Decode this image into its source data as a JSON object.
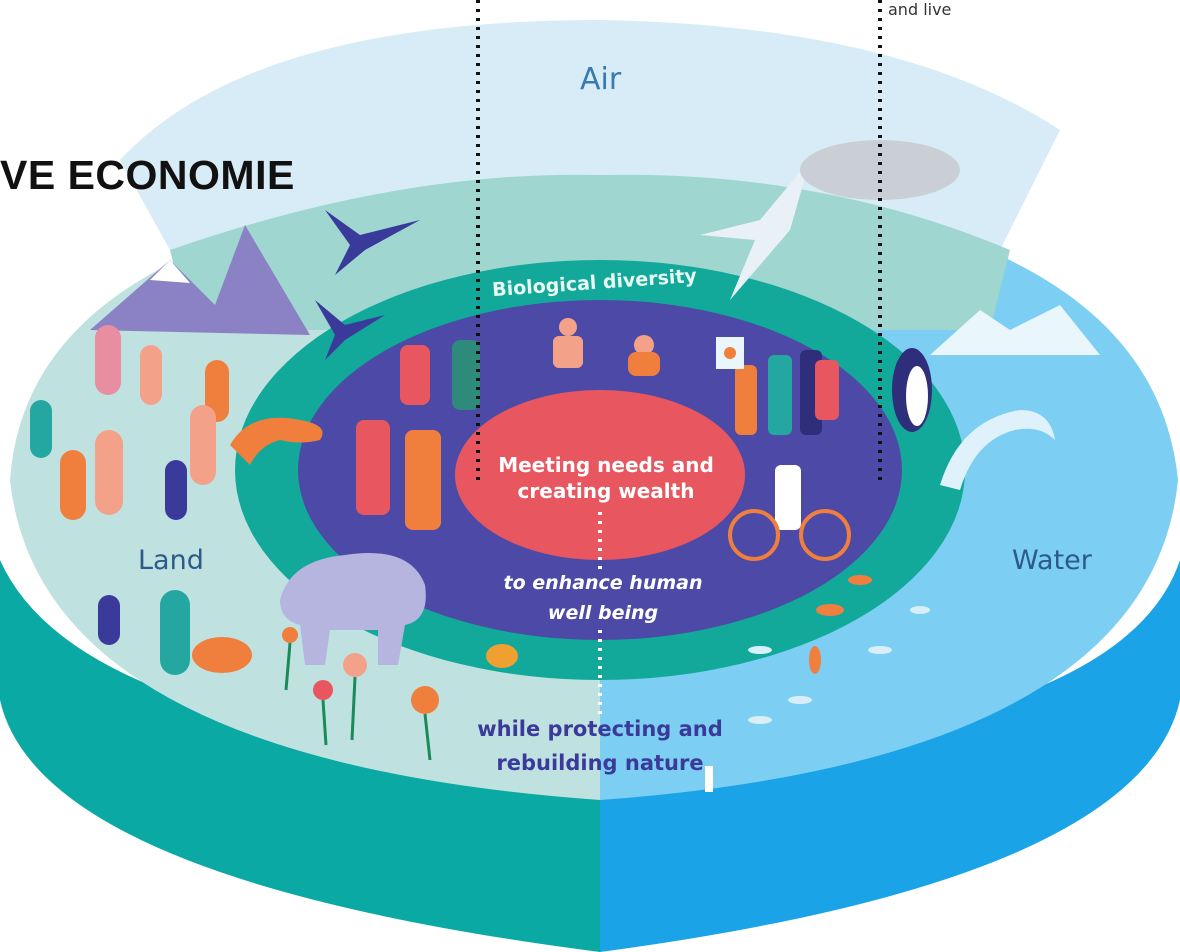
{
  "heading": "VE ECONOMIE",
  "labels": {
    "and_live": "and live",
    "air": "Air",
    "land": "Land",
    "water": "Water",
    "biological_diversity": "Biological diversity",
    "meeting_needs_line1": "Meeting needs and",
    "meeting_needs_line2": "creating wealth",
    "enhance_line1": "to enhance human",
    "enhance_line2": "well being",
    "protect_line1": "while protecting and",
    "protect_line2": "rebuilding nature"
  },
  "colors": {
    "air": "#cfe8f4",
    "land_top": "#bfe2e0",
    "land_side": "#0aa9a3",
    "water_top": "#7ecff2",
    "water_side": "#1fa3e6",
    "teal_ring": "#12a89a",
    "people_ring": "#4a4aa5",
    "center": "#e8575f"
  }
}
